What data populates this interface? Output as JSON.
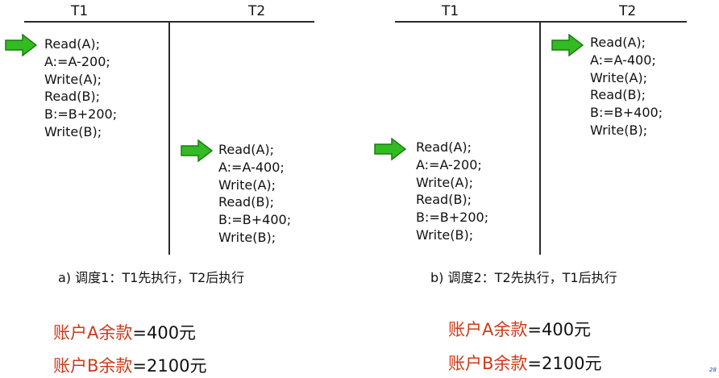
{
  "colors": {
    "arrow_fill": "#33bb22",
    "arrow_stroke": "#1d7a12",
    "balance_label": "#cc3a1a",
    "line": "#2a2a2a"
  },
  "schedule_a": {
    "t1_header": "T1",
    "t2_header": "T2",
    "t1_steps": [
      "Read(A);",
      "A:=A-200;",
      "Write(A);",
      "Read(B);",
      "B:=B+200;",
      "Write(B);"
    ],
    "t2_steps": [
      "Read(A);",
      "A:=A-400;",
      "Write(A);",
      "Read(B);",
      "B:=B+400;",
      "Write(B);"
    ],
    "caption": "a) 调度1：T1先执行，T2后执行",
    "balance_a_label": "账户A余款",
    "balance_a_value": "=400元",
    "balance_b_label": "账户B余款",
    "balance_b_value": "=2100元"
  },
  "schedule_b": {
    "t1_header": "T1",
    "t2_header": "T2",
    "t2_steps": [
      "Read(A);",
      "A:=A-400;",
      "Write(A);",
      "Read(B);",
      "B:=B+400;",
      "Write(B);"
    ],
    "t1_steps": [
      "Read(A);",
      "A:=A-200;",
      "Write(A);",
      "Read(B);",
      "B:=B+200;",
      "Write(B);"
    ],
    "caption": "b) 调度2：T2先执行，T1后执行",
    "balance_a_label": "账户A余款",
    "balance_a_value": "=400元",
    "balance_b_label": "账户B余款",
    "balance_b_value": "=2100元"
  },
  "page_number": "28"
}
